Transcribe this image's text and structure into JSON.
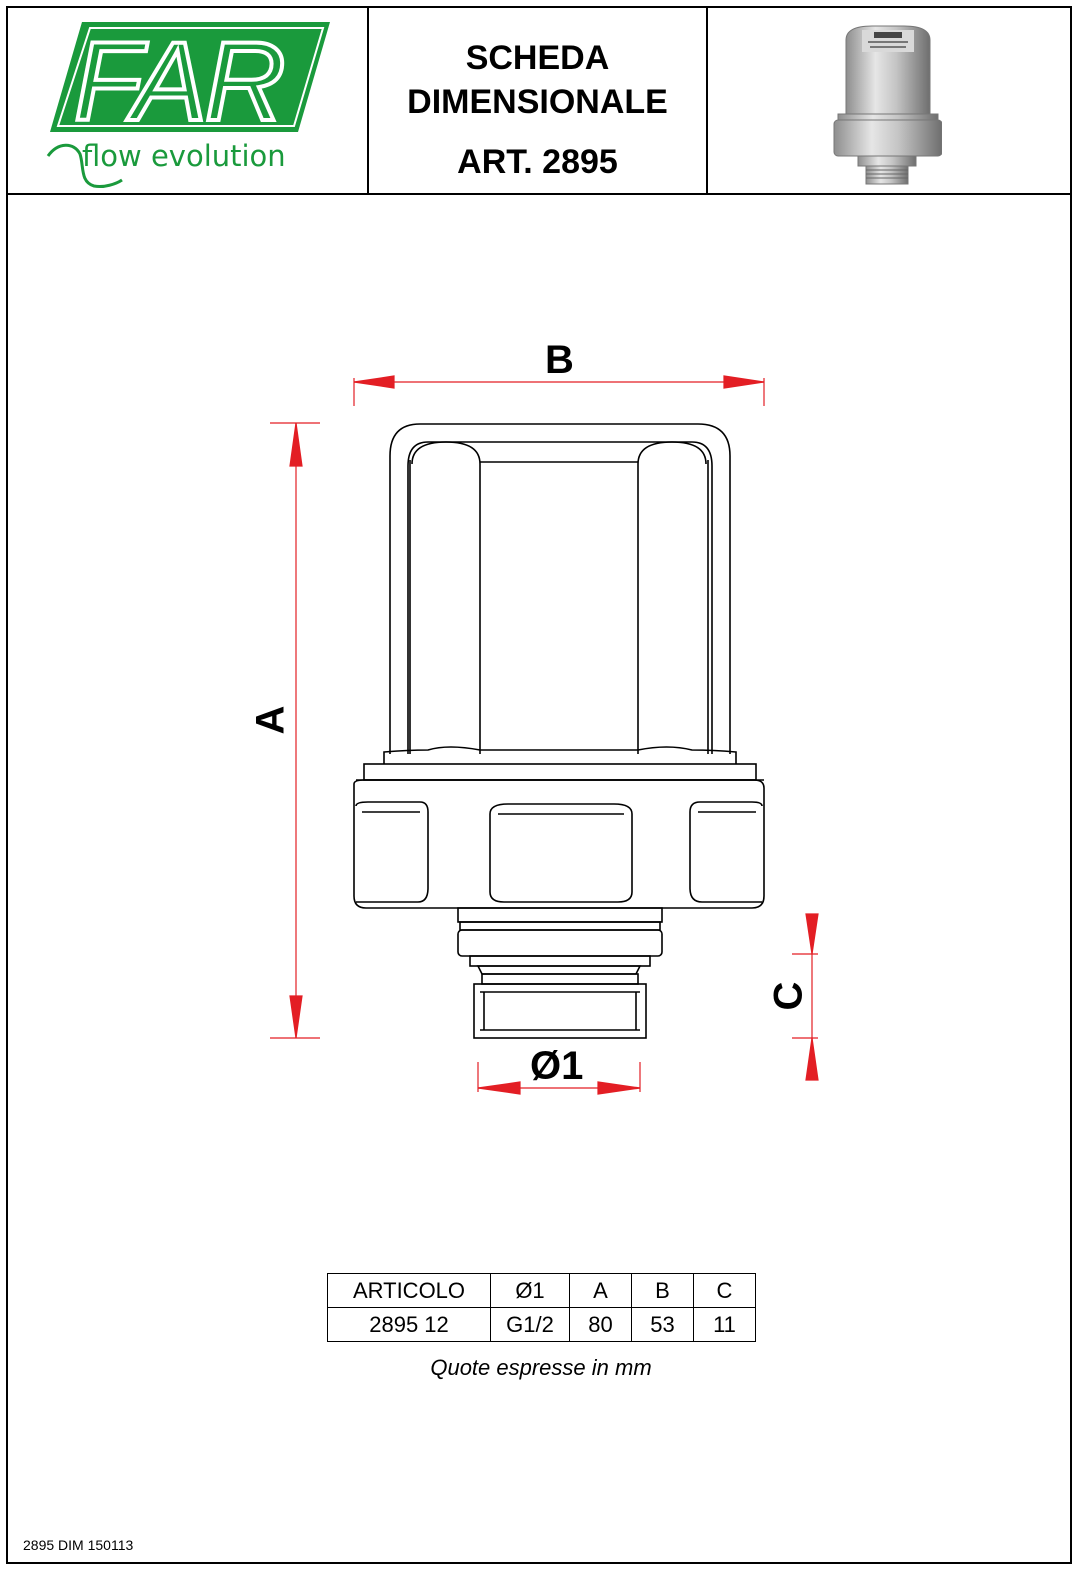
{
  "header": {
    "logo_text": "FAR",
    "logo_tagline": "flow evolution",
    "title_line1": "SCHEDA",
    "title_line2": "DIMENSIONALE",
    "title_line3": "ART. 2895",
    "product_photo_icon": "air-vent-valve-photo"
  },
  "drawing": {
    "labels": {
      "a": "A",
      "b": "B",
      "c": "C",
      "d1": "Ø1"
    },
    "colors": {
      "dimension": "#e31e24",
      "outline": "#000000",
      "logo_green": "#1a9a3c"
    }
  },
  "table": {
    "headers": [
      "ARTICOLO",
      "Ø1",
      "A",
      "B",
      "C"
    ],
    "rows": [
      [
        "2895 12",
        "G1/2",
        "80",
        "53",
        "11"
      ]
    ],
    "caption": "Quote espresse in mm"
  },
  "footer": {
    "code": "2895 DIM 150113"
  }
}
